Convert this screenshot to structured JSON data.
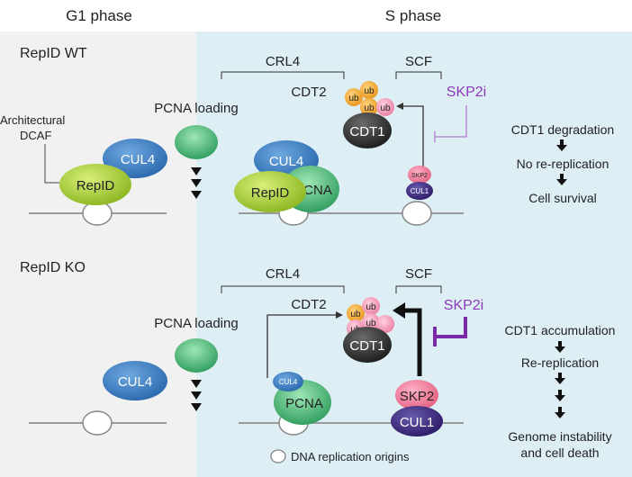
{
  "headers": {
    "g1": "G1 phase",
    "s": "S phase"
  },
  "wt": {
    "title": "RepID WT",
    "crl4": "CRL4",
    "scf": "SCF",
    "cdt2": "CDT2",
    "skp2i": "SKP2i",
    "arch_line1": "Architectural",
    "arch_line2": "DCAF",
    "pcna_loading": "PCNA loading",
    "cul4_g1": "CUL4",
    "repid_g1": "RepID",
    "cul4_s": "CUL4",
    "repid_s": "RepID",
    "pcna_s": "PCNA",
    "cdt1": "CDT1",
    "ub": "ub",
    "skp2": "SKP2",
    "cul1": "CUL1",
    "outcome": [
      "CDT1 degradation",
      "No re-replication",
      "Cell survival"
    ]
  },
  "ko": {
    "title": "RepID KO",
    "crl4": "CRL4",
    "scf": "SCF",
    "cdt2": "CDT2",
    "skp2i": "SKP2i",
    "pcna_loading": "PCNA loading",
    "cul4_g1": "CUL4",
    "cul4_small": "CUL4",
    "pcna_s": "PCNA",
    "cdt1": "CDT1",
    "ub": "ub",
    "skp2": "SKP2",
    "cul1": "CUL1",
    "outcome": [
      "CDT1 accumulation",
      "Re-replication",
      "Genome instability",
      "and cell death"
    ]
  },
  "legend": {
    "origins": "DNA replication origins"
  },
  "colors": {
    "g1_bg": "#f1f1f1",
    "s_bg": "#ddeef5",
    "cul4": "#3d7fc4",
    "repid": "#a8cc2c",
    "pcna": "#3aaa6a",
    "cdt1": "#2e2e2e",
    "ub": "#f0a830",
    "ub_pink": "#f49bb8",
    "skp2": "#f07a9a",
    "cul1": "#3a2a7a",
    "skp2i": "#8a3ab9"
  }
}
